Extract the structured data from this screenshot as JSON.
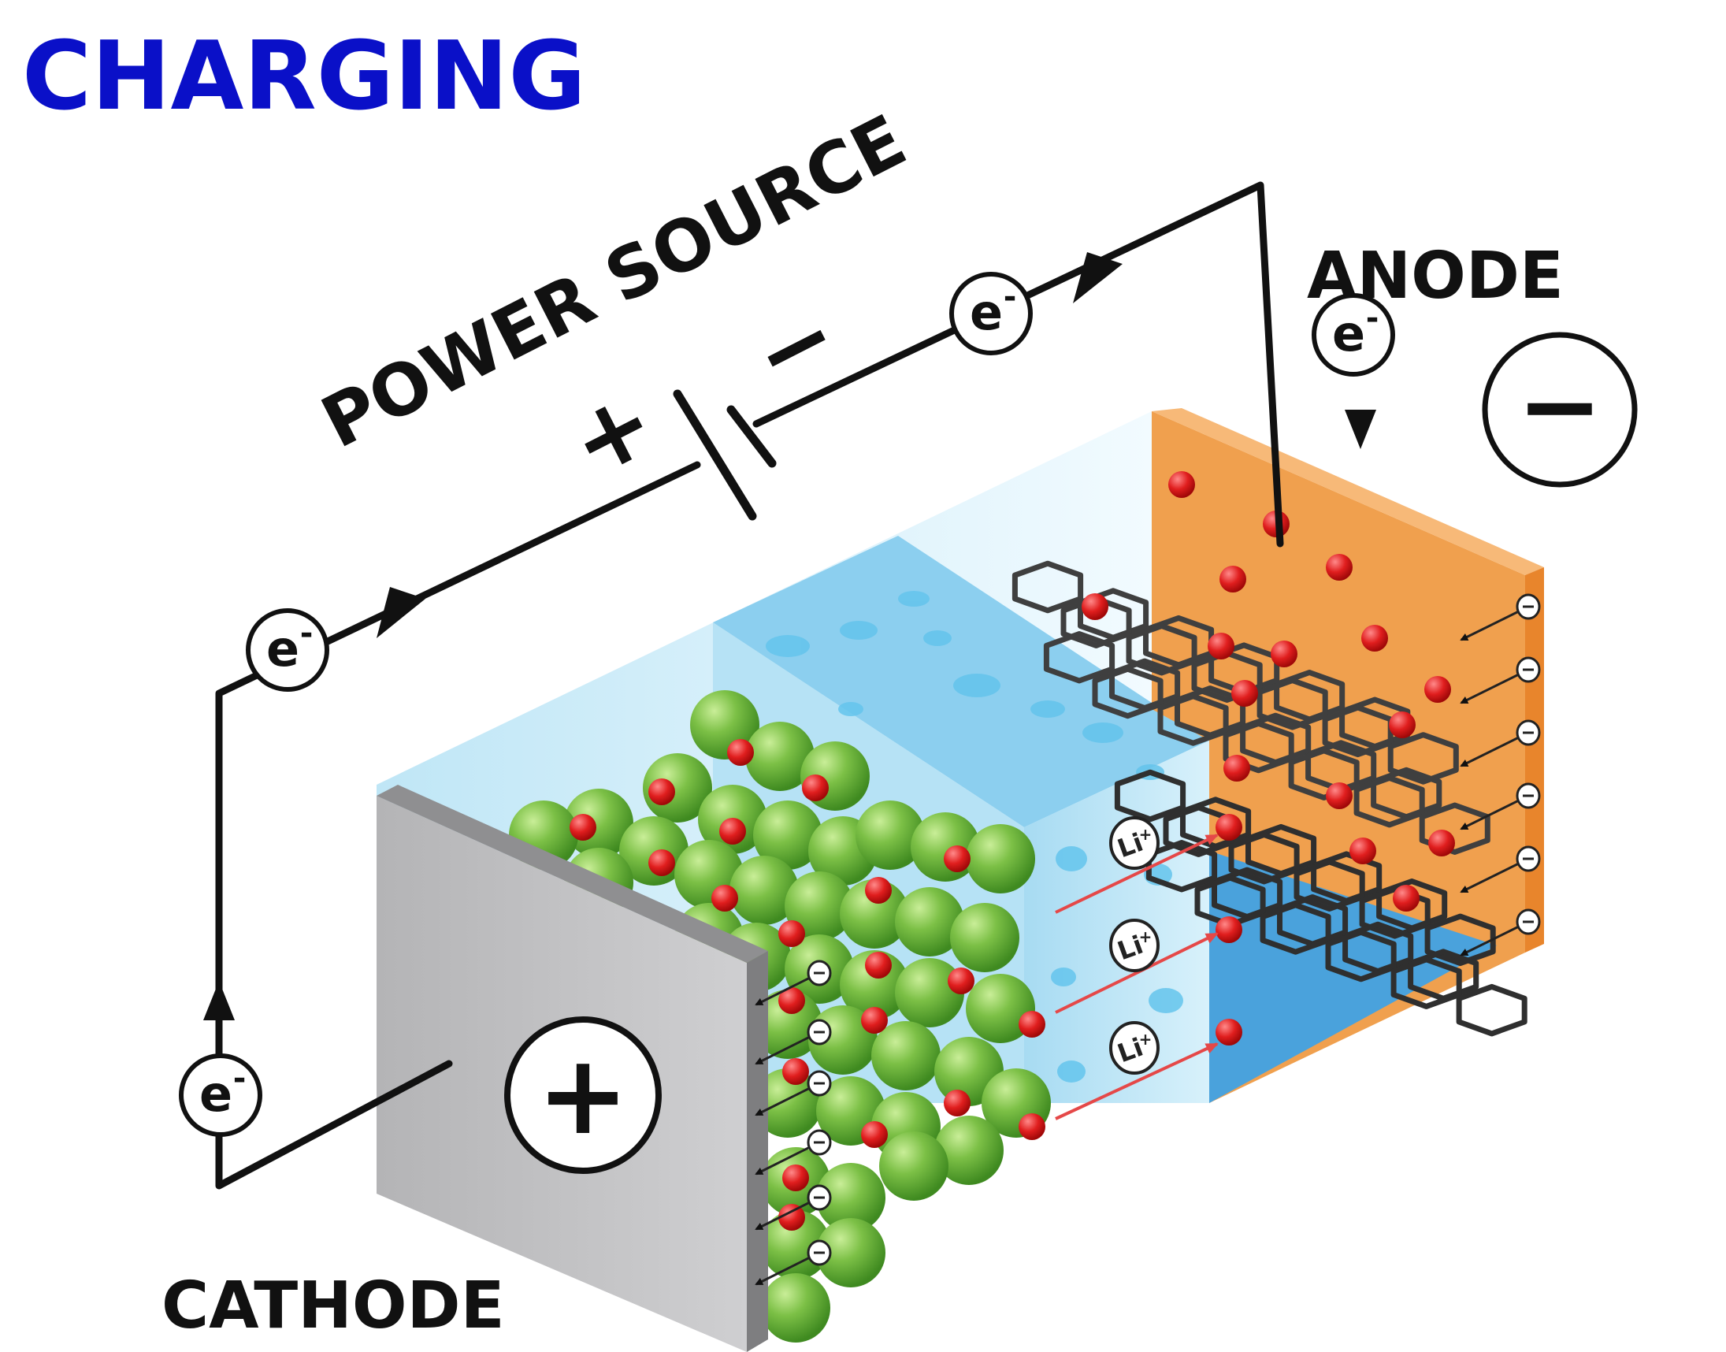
{
  "title": "CHARGING",
  "labels": {
    "power_source": "POWER SOURCE",
    "anode": "ANODE",
    "cathode": "CATHODE",
    "electron": "e",
    "electron_sup": "-",
    "lithium_ion": "Li",
    "lithium_ion_sup": "+",
    "plus": "+",
    "minus": "−"
  },
  "colors": {
    "title": "#0a10c8",
    "wire": "#111111",
    "cathode_plate": "#bdbdbf",
    "anode_plate": "#f0a04e",
    "electrolyte": "#bfe6f6",
    "separator": "#a9dcf2",
    "lithium": "#dd1e1e",
    "cathode_particle": "#74b845",
    "graphite": "#404040",
    "ion_arrow": "#e54848"
  },
  "icons": [
    "battery-symbol-icon",
    "wire-arrow-icon",
    "electron-icon",
    "lithium-ion-icon",
    "graphite-hexagon-icon"
  ]
}
